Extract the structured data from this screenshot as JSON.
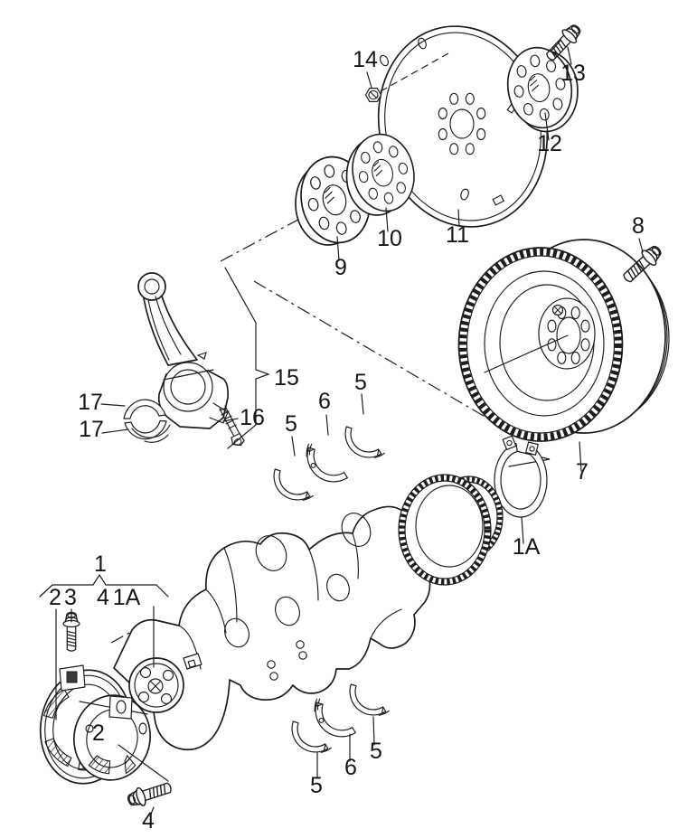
{
  "page": {
    "figure_type": "exploded-parts-diagram",
    "background": "#ffffff",
    "line_color": "#1d1d1b",
    "text_color": "#161616",
    "callouts": {
      "c14": "14",
      "c13": "13",
      "c12": "12",
      "c11": "11",
      "c10": "10",
      "c9": "9",
      "c8": "8",
      "c7": "7",
      "c15": "15",
      "c16": "16",
      "c17a": "17",
      "c17b": "17",
      "c5u1": "5",
      "c6u": "6",
      "c5u2": "5",
      "c1Ar": "1A",
      "c1": "1",
      "c2": "2",
      "c3": "3",
      "c4": "4",
      "c1Ag": "1A",
      "c2p": "2",
      "c5l1": "5",
      "c6l": "6",
      "c5l2": "5",
      "c4b": "4"
    }
  }
}
